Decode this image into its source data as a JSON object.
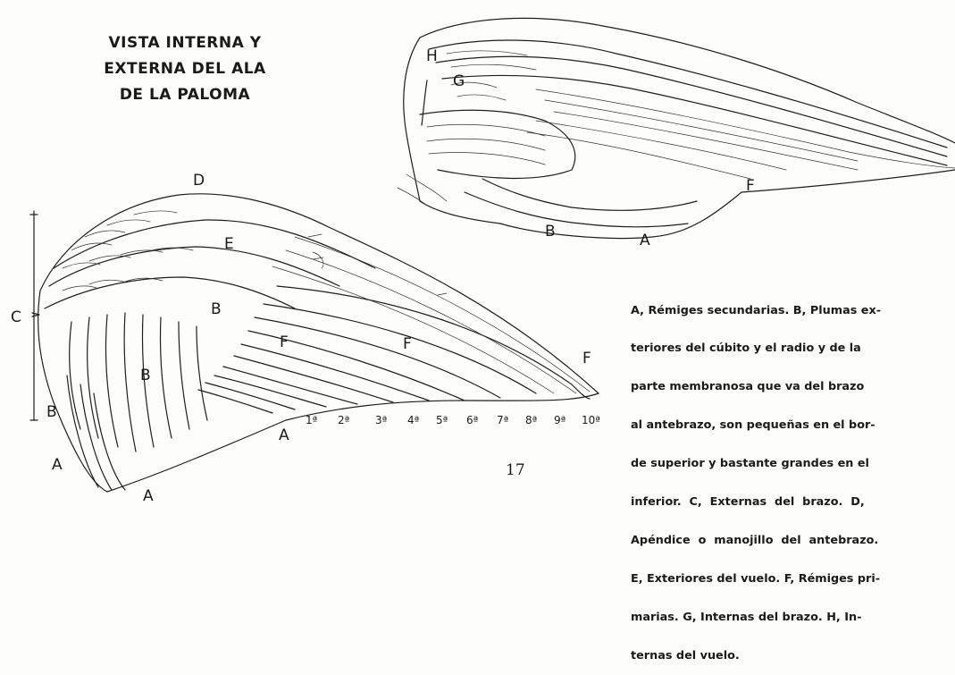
{
  "title": {
    "line1": "VISTA INTERNA Y",
    "line2": "EXTERNA DEL ALA",
    "line3": "DE LA PALOMA"
  },
  "upper_wing": {
    "labels": {
      "H": "H",
      "G": "G",
      "F": "F",
      "B": "B",
      "A": "A"
    }
  },
  "lower_wing": {
    "labels": {
      "D": "D",
      "C": "C",
      "E": "E",
      "B_top": "B",
      "B_mid": "B",
      "B_left": "B",
      "F1": "F",
      "F2": "F",
      "F3": "F",
      "A_right": "A",
      "A_left": "A",
      "A_bottom": "A"
    },
    "feather_numbers": [
      "1ª",
      "2ª",
      "3ª",
      "4ª",
      "5ª",
      "6ª",
      "7ª",
      "8ª",
      "9ª",
      "10ª"
    ]
  },
  "caption": {
    "lines": [
      "A, Rémiges secundarias. B, Plumas ex-",
      "teriores del cúbito y el radio y de la",
      "parte membranosa que va del brazo",
      "al antebrazo, son pequeñas en el bor-",
      "de superior y bastante grandes en el",
      "inferior.  C,  Externas  del  brazo.  D,",
      "Apéndice  o  manojillo  del  antebrazo.",
      "E, Exteriores del vuelo. F, Rémiges pri-",
      "marias. G, Internas del brazo. H, In-",
      "ternas del vuelo."
    ]
  },
  "page_number": "17"
}
